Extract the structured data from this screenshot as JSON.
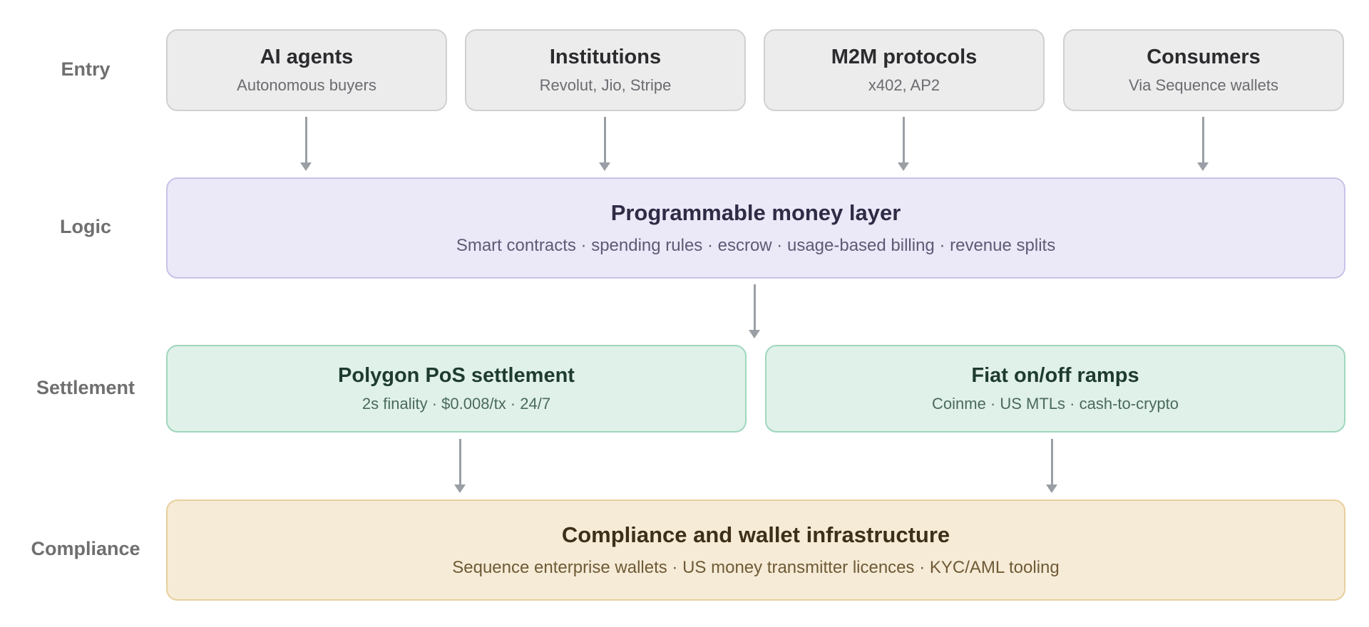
{
  "rows": {
    "entry": "Entry",
    "logic": "Logic",
    "settlement": "Settlement",
    "compliance": "Compliance"
  },
  "entry_boxes": [
    {
      "title": "AI agents",
      "subtitle": "Autonomous buyers"
    },
    {
      "title": "Institutions",
      "subtitle": "Revolut, Jio, Stripe"
    },
    {
      "title": "M2M protocols",
      "subtitle": "x402, AP2"
    },
    {
      "title": "Consumers",
      "subtitle": "Via Sequence wallets"
    }
  ],
  "logic_box": {
    "title": "Programmable money layer",
    "subtitle": "Smart contracts · spending rules · escrow · usage-based billing · revenue splits"
  },
  "settlement_boxes": [
    {
      "title": "Polygon PoS settlement",
      "subtitle": "2s finality · $0.008/tx · 24/7"
    },
    {
      "title": "Fiat on/off ramps",
      "subtitle": "Coinme · US MTLs · cash-to-crypto"
    }
  ],
  "compliance_box": {
    "title": "Compliance and wallet infrastructure",
    "subtitle": "Sequence enterprise wallets · US money transmitter licences · KYC/AML tooling"
  },
  "colors": {
    "entry_fill": "#ececed",
    "logic_fill": "#ebe8f8",
    "settlement_fill": "#e0f1e9",
    "compliance_fill": "#f6ebd6",
    "arrow": "#9a9fa5"
  }
}
